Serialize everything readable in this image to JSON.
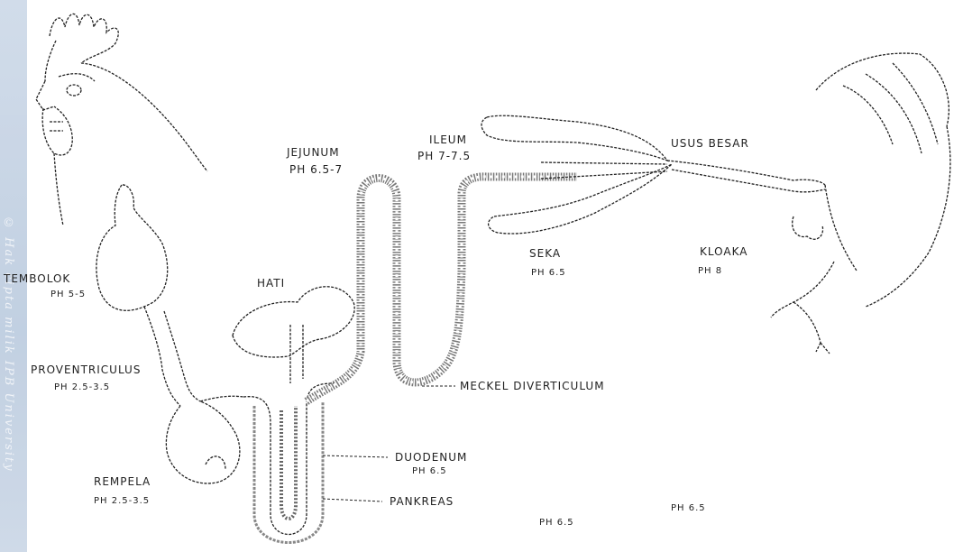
{
  "labels": {
    "jejunum": "JEJUNUM",
    "jejunum_ph": "PH 6.5-7",
    "ileum": "ILEUM",
    "ileum_ph": "PH 7-7.5",
    "usus_besar": "USUS BESAR",
    "tembolok": "TEMBOLOK",
    "tembolok_ph": "PH 5-5",
    "hati": "HATI",
    "seka": "SEKA",
    "seka_ph": "PH 6.5",
    "kloaka": "KLOAKA",
    "kloaka_ph": "PH 8",
    "proventriculus": "PROVENTRICULUS",
    "proventriculus_ph": "PH 2.5-3.5",
    "meckel": "MECKEL DIVERTICULUM",
    "duodenum": "DUODENUM",
    "duodenum_ph": "PH 6.5",
    "rempela": "REMPELA",
    "rempela_ph": "PH 2.5-3.5",
    "pankreas": "PANKREAS",
    "ph_bottom_center": "PH 6.5",
    "ph_bottom_right": "PH 6.5"
  },
  "watermark": {
    "text": "© Hak cipta milik IPB University"
  },
  "colors": {
    "ink": "#222222",
    "gut_fill": "#9a9a9a",
    "watermark": "#b9c9dd"
  }
}
